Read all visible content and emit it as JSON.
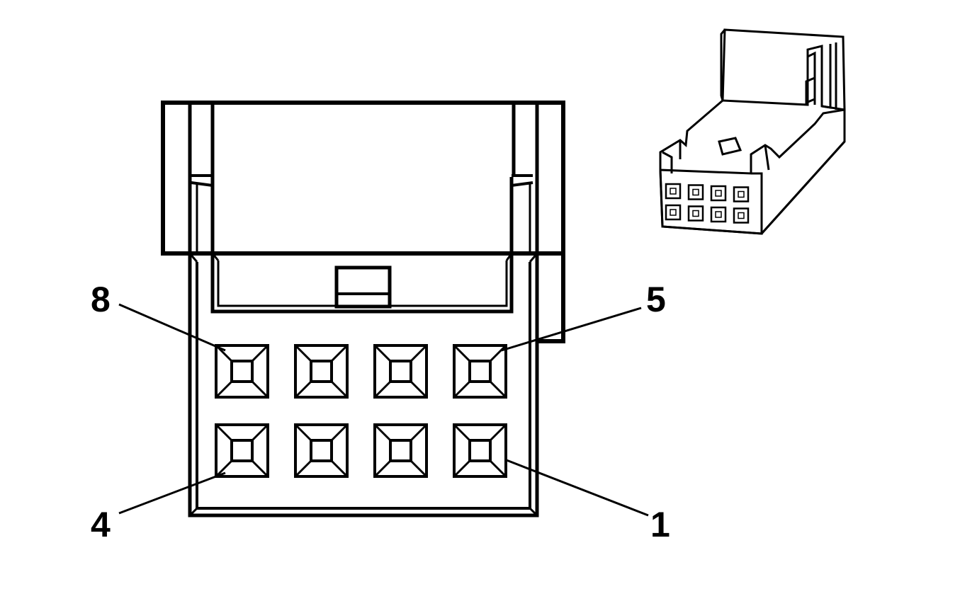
{
  "diagram": {
    "pin_labels": {
      "pin_8": "8",
      "pin_5": "5",
      "pin_4": "4",
      "pin_1": "1"
    },
    "cavity_rows": 2,
    "cavities_per_row": 4,
    "colors": {
      "line": "#000000",
      "background": "#ffffff"
    }
  }
}
